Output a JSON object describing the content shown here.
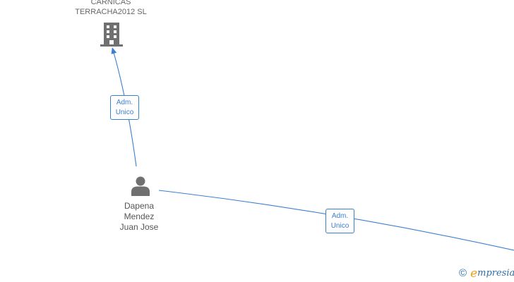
{
  "company": {
    "name_line1": "CARNICAS",
    "name_line2": "TERRACHA2012 SL",
    "icon": "building-icon"
  },
  "person": {
    "name_line1": "Dapena",
    "name_line2": "Mendez",
    "name_line3": "Juan Jose",
    "icon": "person-icon"
  },
  "edges": [
    {
      "label_line1": "Adm.",
      "label_line2": "Unico"
    },
    {
      "label_line1": "Adm.",
      "label_line2": "Unico"
    }
  ],
  "watermark": {
    "symbol": "©",
    "brand_initial": "e",
    "brand_rest": "mpresia"
  },
  "colors": {
    "edge": "#3b7fd0",
    "node_icon": "#707070",
    "text": "#555555",
    "brand_blue": "#2e6fa8",
    "brand_orange": "#f39c12"
  }
}
